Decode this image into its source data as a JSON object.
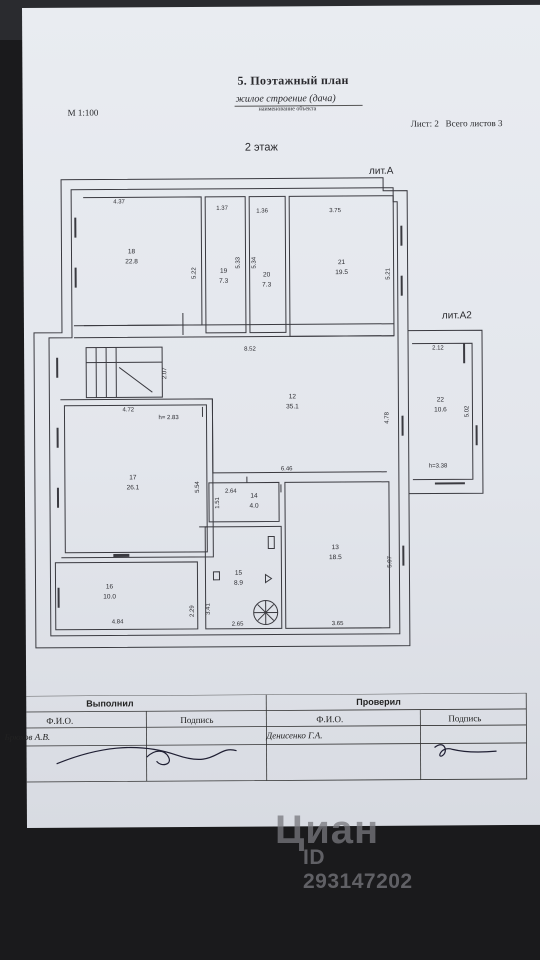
{
  "document": {
    "title": "5. Поэтажный план",
    "object_name": "жилое строение (дача)",
    "object_caption": "наименование объекта",
    "scale": "М 1:100",
    "sheet": "Лист: 2",
    "total_sheets": "Всего листов 3",
    "floor": "2 этаж",
    "lit_a": "лит.А",
    "lit_a2": "лит.А2"
  },
  "rooms": [
    {
      "num": "18",
      "area": "22.8"
    },
    {
      "num": "19",
      "area": "7.3"
    },
    {
      "num": "20",
      "area": "7.3"
    },
    {
      "num": "21",
      "area": "19.5"
    },
    {
      "num": "12",
      "area": "35.1"
    },
    {
      "num": "22",
      "area": "10.6"
    },
    {
      "num": "17",
      "area": "26.1"
    },
    {
      "num": "14",
      "area": "4.0"
    },
    {
      "num": "15",
      "area": "8.9"
    },
    {
      "num": "13",
      "area": "18.5"
    },
    {
      "num": "16",
      "area": "10.0"
    }
  ],
  "dimensions": {
    "d437": "4.37",
    "d137": "1.37",
    "d136": "1.36",
    "d375": "3.75",
    "d522": "5.22",
    "d533": "5.33",
    "d534": "5.34",
    "d521": "5.21",
    "d852": "8.52",
    "d212": "2.12",
    "d207": "2.07",
    "d472": "4.72",
    "h283": "h= 2.83",
    "d478": "4.78",
    "d502": "5.02",
    "h338": "h=3.38",
    "d646": "6.46",
    "d554": "5.54",
    "d264": "2.64",
    "d151": "1.51",
    "d507": "5.07",
    "d229": "2.29",
    "d341": "3.41",
    "d484": "4.84",
    "d265": "2.65",
    "d365": "3.65"
  },
  "signatures": {
    "performed_label": "Выполнил",
    "checked_label": "Проверил",
    "fio_label": "Ф.И.О.",
    "sign_label": "Подпись",
    "performer": "Брюхов А.В.",
    "checker": "Денисенко Г.А."
  },
  "watermark": {
    "logo": "Циан",
    "id": "ID 293147202"
  }
}
